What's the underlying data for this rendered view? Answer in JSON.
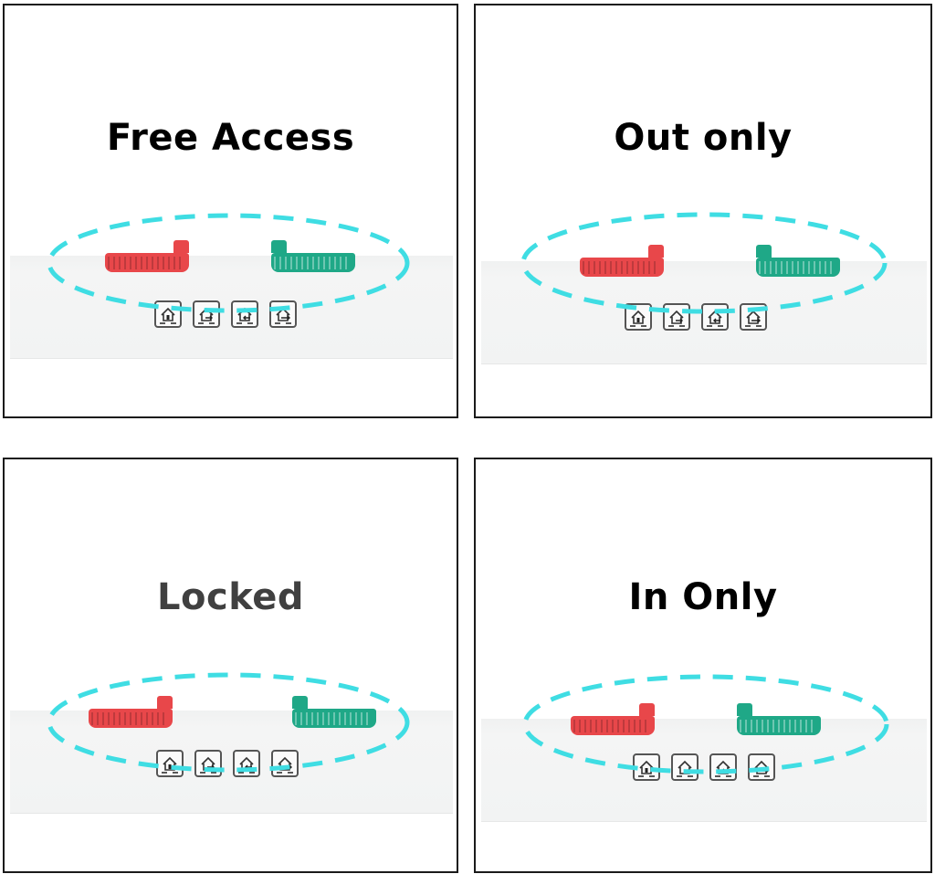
{
  "colors": {
    "red_slider": "#e8474a",
    "green_slider": "#1fa887",
    "highlight_ellipse": "#3fdde3",
    "frame": "#1a1a1a"
  },
  "panels": [
    {
      "title": "Free Access",
      "title_color": "#000000",
      "mode": "free-access",
      "icons": [
        "home-lock-icon",
        "home-arrow-in-icon",
        "home-arrow-out-icon",
        "home-free-icon"
      ]
    },
    {
      "title": "Out only",
      "title_color": "#000000",
      "mode": "out-only",
      "icons": [
        "home-lock-icon",
        "home-arrow-in-icon",
        "home-arrow-out-icon",
        "home-free-icon"
      ]
    },
    {
      "title": "Locked",
      "title_color": "#404040",
      "mode": "locked",
      "icons": [
        "home-lock-icon",
        "home-arrow-in-icon",
        "home-arrow-out-icon",
        "home-free-icon"
      ]
    },
    {
      "title": "In Only",
      "title_color": "#000000",
      "mode": "in-only",
      "icons": [
        "home-lock-icon",
        "home-arrow-in-icon",
        "home-arrow-out-icon",
        "home-free-icon"
      ]
    }
  ]
}
